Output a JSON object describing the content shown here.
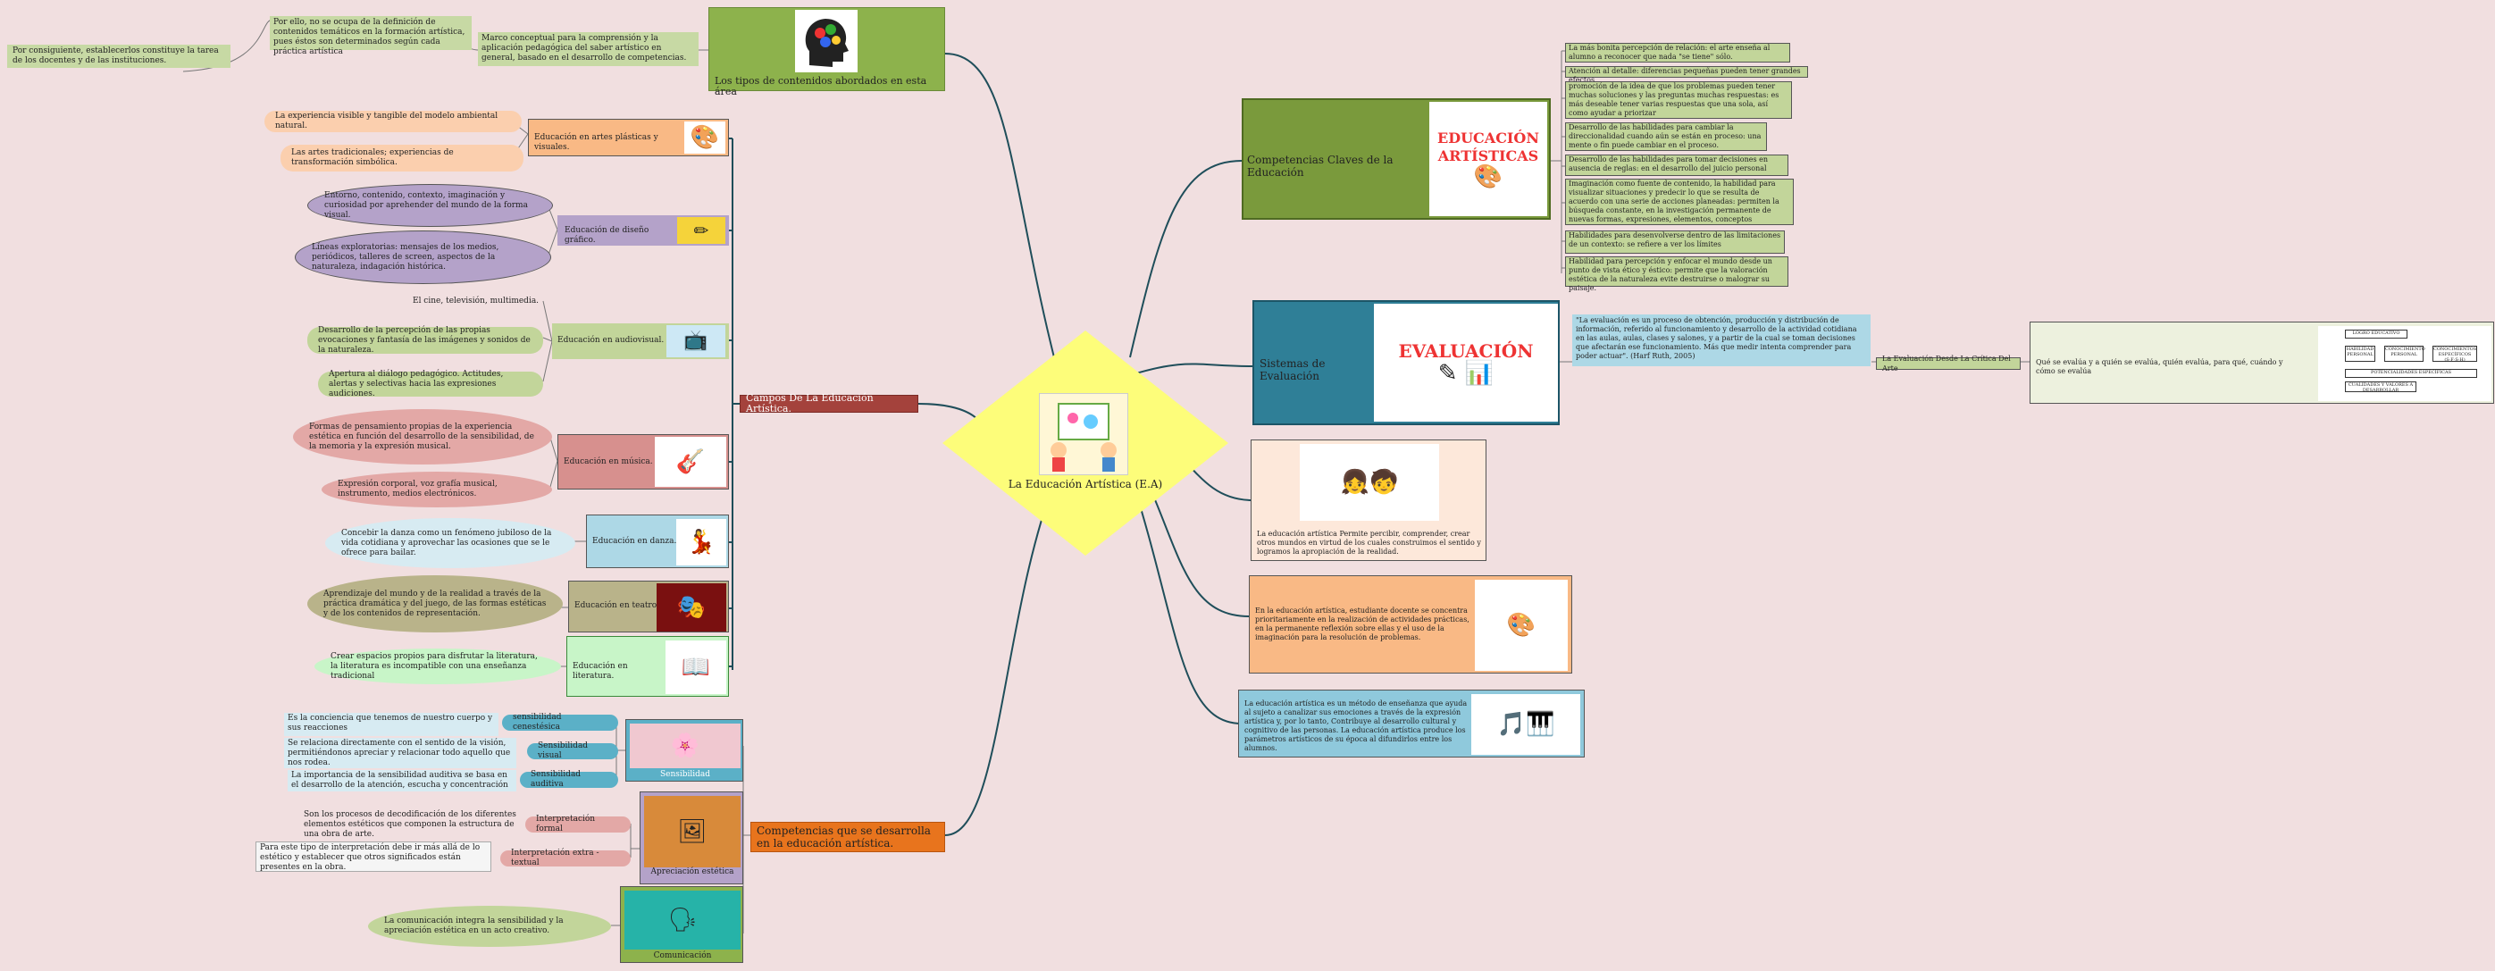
{
  "center": {
    "title": "La Educación Artística (E.A)"
  },
  "tipos": {
    "title": "Los tipos de contenidos abordados en esta área",
    "marco": "Marco conceptual para la comprensión y la aplicación pedagógica del saber artístico en general, basado en el desarrollo de competencias.",
    "definicion": "Por ello, no se ocupa de la definición de contenidos temáticos en la formación artística, pues éstos son determinados según cada práctica artística",
    "tarea": "Por consiguiente, establecerlos constituye la tarea de los docentes y de las instituciones."
  },
  "campos": {
    "title": "Campos De La Educación Artística.",
    "artes": {
      "label": "Educación en artes plásticas y visuales.",
      "items": [
        "La experiencia visible y tangible del modelo ambiental natural.",
        "Las artes tradicionales; experiencias de transformación simbólica."
      ]
    },
    "diseno": {
      "label": "Educación de diseño gráfico.",
      "items": [
        "Entorno, contenido, contexto, imaginación y curiosidad por aprehender del mundo de la forma visual.",
        "Líneas exploratorias: mensajes de los medios, periódicos, talleres de screen, aspectos de la naturaleza, indagación histórica."
      ]
    },
    "audiovisual": {
      "label": "Educación en audiovisual.",
      "items": [
        "El cine, televisión, multimedia.",
        "Desarrollo de la percepción de las propias evocaciones y fantasía de las imágenes y sonidos de la naturaleza.",
        "Apertura al diálogo pedagógico. Actitudes, alertas y selectivas hacia las expresiones audiciones."
      ]
    },
    "musica": {
      "label": "Educación en música.",
      "items": [
        "Formas de pensamiento propias de la experiencia estética en función del desarrollo de la sensibilidad, de la memoria y la expresión musical.",
        "Expresión corporal, voz grafía musical, instrumento, medios electrónicos."
      ]
    },
    "danza": {
      "label": "Educación en danza.",
      "items": [
        "Concebir la danza como un fenómeno jubiloso de la vida cotidiana y aprovechar las ocasiones que se le ofrece para bailar."
      ]
    },
    "teatro": {
      "label": "Educación en teatro.",
      "items": [
        "Aprendizaje del mundo y de la realidad a través de la práctica dramática y del juego, de las formas estéticas y de los contenidos de representación."
      ]
    },
    "literatura": {
      "label": "Educación en literatura.",
      "items": [
        "Crear espacios propios para disfrutar la literatura, la literatura es incompatible con una enseñanza tradicional"
      ]
    }
  },
  "competencias_desarrolla": {
    "title": "Competencias que se desarrolla en la educación artística.",
    "sensibilidad": {
      "label": "Sensibilidad",
      "items": [
        {
          "tag": "sensibilidad cenestésica",
          "text": "Es la conciencia que tenemos de nuestro cuerpo y sus reacciones"
        },
        {
          "tag": "Sensibilidad visual",
          "text": "Se relaciona directamente con el sentido de la visión, permitiéndonos apreciar y relacionar todo aquello que nos rodea."
        },
        {
          "tag": "Sensibilidad auditiva",
          "text": "La importancia de la sensibilidad auditiva se basa en el desarrollo de la atención, escucha y concentración"
        }
      ]
    },
    "apreciacion": {
      "label": "Apreciación estética",
      "items": [
        {
          "tag": "Interpretación formal",
          "text": "Son los procesos de decodificación de los diferentes elementos estéticos que componen la estructura de una obra de arte."
        },
        {
          "tag": "Interpretación extra - textual",
          "text": "Para este tipo de interpretación debe ir más allá de lo estético y establecer que otros significados están presentes en la obra."
        }
      ]
    },
    "comunicacion": {
      "label": "Comunicación",
      "text": "La comunicación integra la sensibilidad y la apreciación estética en un acto creativo."
    }
  },
  "claves": {
    "title": "Competencias Claves de la Educación",
    "image_text": "EDUCACIÓN ARTÍSTICAS",
    "items": [
      "La más bonita percepción de relación: el arte enseña al alumno a reconocer que nada \"se tiene\" sólo.",
      "Atención al detalle: diferencias pequeñas pueden tener grandes efectos",
      "promoción de la idea de que los problemas pueden tener muchas soluciones y las preguntas muchas respuestas: es más deseable tener varias respuestas que una sola, así como ayudar a priorizar",
      "Desarrollo de las habilidades para cambiar la direccionalidad cuando aún se están en proceso: una mente o fin puede cambiar en el proceso.",
      "Desarrollo de las habilidades para tomar decisiones en ausencia de reglas: en el desarrollo del juicio personal",
      "Imaginación como fuente de contenido, la habilidad para visualizar situaciones y predecir lo que se resulta de acuerdo con una serie de acciones planeadas: permiten la búsqueda constante, en la investigación permanente de nuevas formas, expresiones, elementos, conceptos",
      "Habilidades para desenvolverse dentro de las limitaciones de un contexto: se refiere a ver los límites",
      "Habilidad para percepción y enfocar el mundo desde un punto de vista ético y éstico: permite que la valoración estética de la naturaleza evite destruirse o malograr su paisaje."
    ]
  },
  "evaluacion": {
    "title": "Sistemas de Evaluación",
    "image_text": "EVALUACIÓN",
    "quote": "\"La evaluación es un proceso de obtención, producción y distribución de información, referido al funcionamiento y desarrollo de la actividad cotidiana en las aulas, aulas, clases y salones, y a partir de la cual se toman decisiones que afectarán ese funcionamiento. Más que medir intenta comprender para poder actuar\". (Harf Ruth, 2005)",
    "critica": "La Evaluación Desde La Crítica Del Arte",
    "critica_text": "Qué se evalúa y a quién se evalúa, quién evalúa, para qué, cuándo y cómo se evalúa",
    "diagram_labels": [
      "LOGRO EDUCATIVO",
      "HABILIDAD PERSONAL",
      "CONOCIMIENTO PERSONAL",
      "CONOCIMIENTOS ESPECÍFICOS (S·F·S·H)",
      "POTENCIALIDADES ESPECÍFICAS",
      "CUALIDADES Y VALORES A DESARROLLAR"
    ]
  },
  "percibir": {
    "text": "La educación artística Permite percibir, comprender, crear otros mundos en virtud de los cuales construimos el sentido y logramos la apropiación de la realidad."
  },
  "docente": {
    "text": "En la educación artística, estudiante docente se concentra prioritariamente en la realización de actividades prácticas, en la permanente reflexión sobre ellas y el uso de la imaginación para la resolución de problemas."
  },
  "metodo": {
    "text": "La educación artística es un método de enseñanza que ayuda al sujeto a canalizar sus emociones a través de la expresión artística y, por lo tanto, Contribuye al desarrollo cultural y cognitivo de las personas. La educación artística produce los parámetros artísticos de su época al difundirlos entre los alumnos."
  },
  "colors": {
    "bg": "#f1dfe0",
    "center": "#fdfd7a",
    "link": "#1f4e5a",
    "green": "#7a9a3c",
    "teal": "#2f7f97",
    "red": "#a4423c",
    "orange": "#e8741d"
  }
}
